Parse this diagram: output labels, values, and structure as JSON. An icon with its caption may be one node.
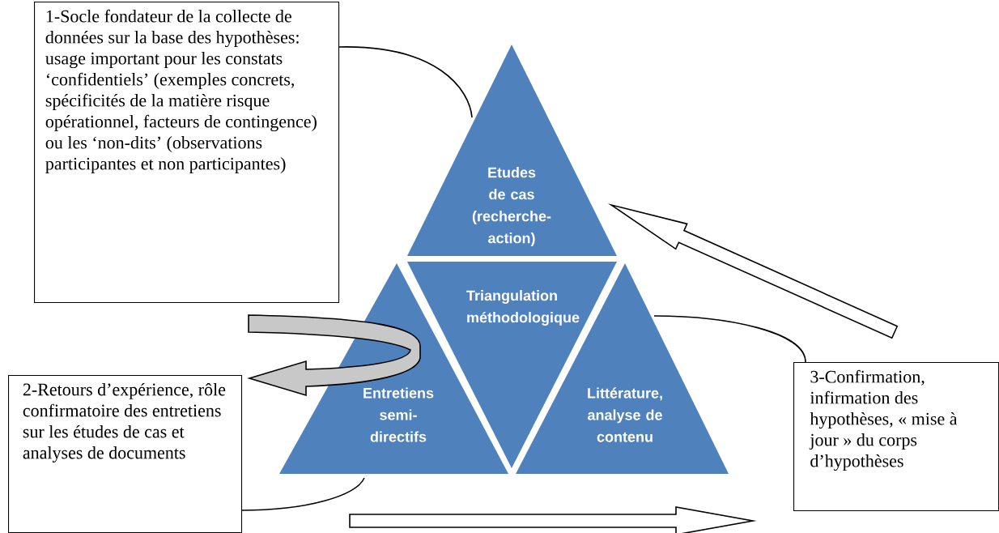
{
  "diagram": {
    "nodes": [
      {
        "text": [
          "1-Socle fondateur de la collecte de données sur la base des hypothèses: usage important pour les constats ‘confidentiels’ (exemples concrets, spécificités de la matière risque opérationnel, facteurs de contingence) ou les ‘non-dits’ (observations participantes et non participantes)"
        ]
      },
      {
        "text": [
          "Etudes de cas (recherche-action)"
        ]
      },
      {
        "text": [
          "Triangulation méthodologique"
        ]
      },
      {
        "text": [
          "Entretiens semi-directifs"
        ]
      },
      {
        "text": [
          "Littérature, analyse de contenu"
        ]
      },
      {
        "text": [
          "2-Retours d’expérience, rôle confirmatoire des entretiens sur les études de cas et analyses de documents"
        ]
      },
      {
        "text": [
          "3-Confirmation, infirmation des hypothèses, « mise à jour » du corps d’hypothèses"
        ]
      }
    ],
    "edges": [
      {
        "from": 0,
        "to": 1,
        "arrow": "none"
      },
      {
        "from": 0,
        "to": 5,
        "arrow": "to",
        "style": "thick"
      },
      {
        "from": 5,
        "to": 3,
        "arrow": "none"
      },
      {
        "from": 4,
        "to": 6,
        "arrow": "none"
      },
      {
        "from": 6,
        "to": 1,
        "arrow": "to",
        "style": "thick"
      },
      {
        "from": 5,
        "to": 6,
        "arrow": "to",
        "style": "thick"
      }
    ]
  }
}
